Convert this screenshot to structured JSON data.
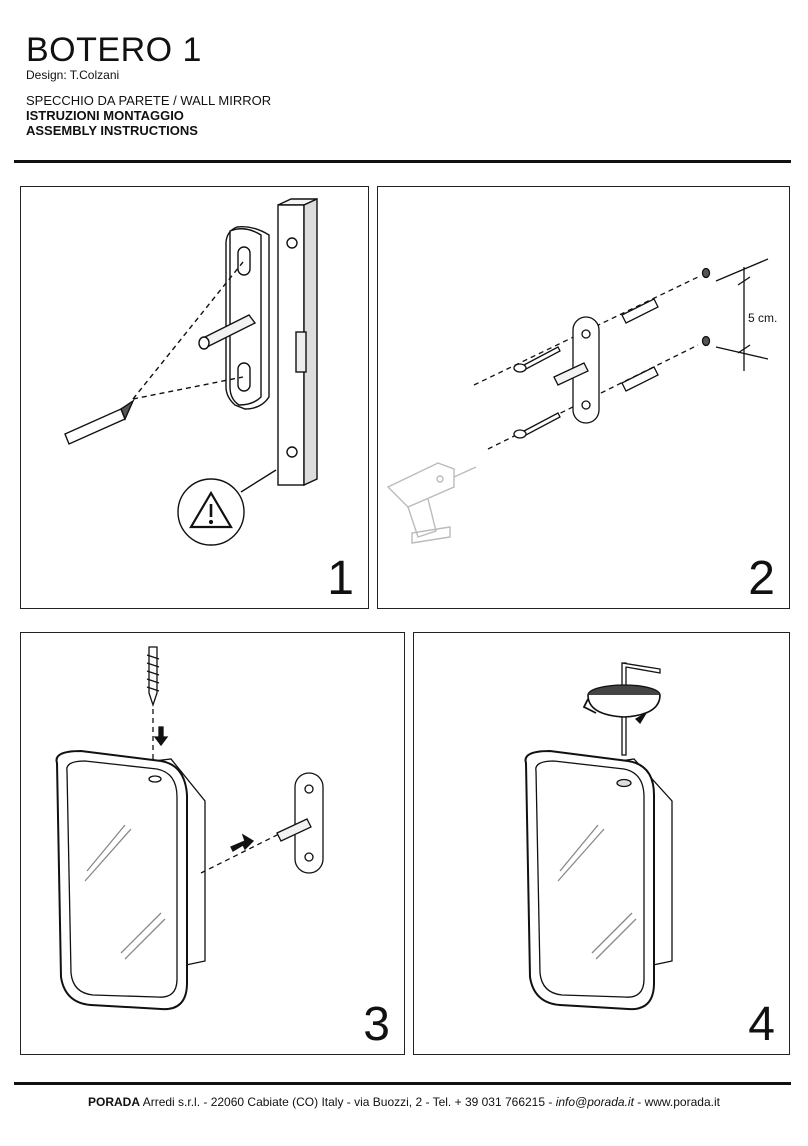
{
  "header": {
    "title": "BOTERO 1",
    "designer": "Design: T.Colzani",
    "subtitle": "SPECCHIO DA PARETE / WALL MIRROR",
    "instructions_it": "ISTRUZIONI MONTAGGIO",
    "instructions_en": "ASSEMBLY INSTRUCTIONS"
  },
  "steps": [
    {
      "number": "1"
    },
    {
      "number": "2",
      "dimension_label": "5 cm."
    },
    {
      "number": "3"
    },
    {
      "number": "4"
    }
  ],
  "footer": {
    "brand": "PORADA",
    "address": " Arredi s.r.l. - 22060 Cabiate (CO) Italy - via Buozzi, 2 - Tel. + 39 031 766215 - ",
    "email": "info@porada.it",
    "website": " -  www.porada.it"
  },
  "icons": {
    "step1": [
      "screwdriver-icon",
      "bracket-icon",
      "wall-profile-icon",
      "warning-triangle-icon"
    ],
    "step2": [
      "drill-icon",
      "screw-icon",
      "wall-plug-icon",
      "bracket-icon"
    ],
    "step3": [
      "screw-icon",
      "arrow-down-icon",
      "mirror-icon",
      "arrow-right-icon",
      "bracket-icon"
    ],
    "step4": [
      "allen-key-icon",
      "rotation-arrow-icon",
      "mirror-icon"
    ]
  }
}
